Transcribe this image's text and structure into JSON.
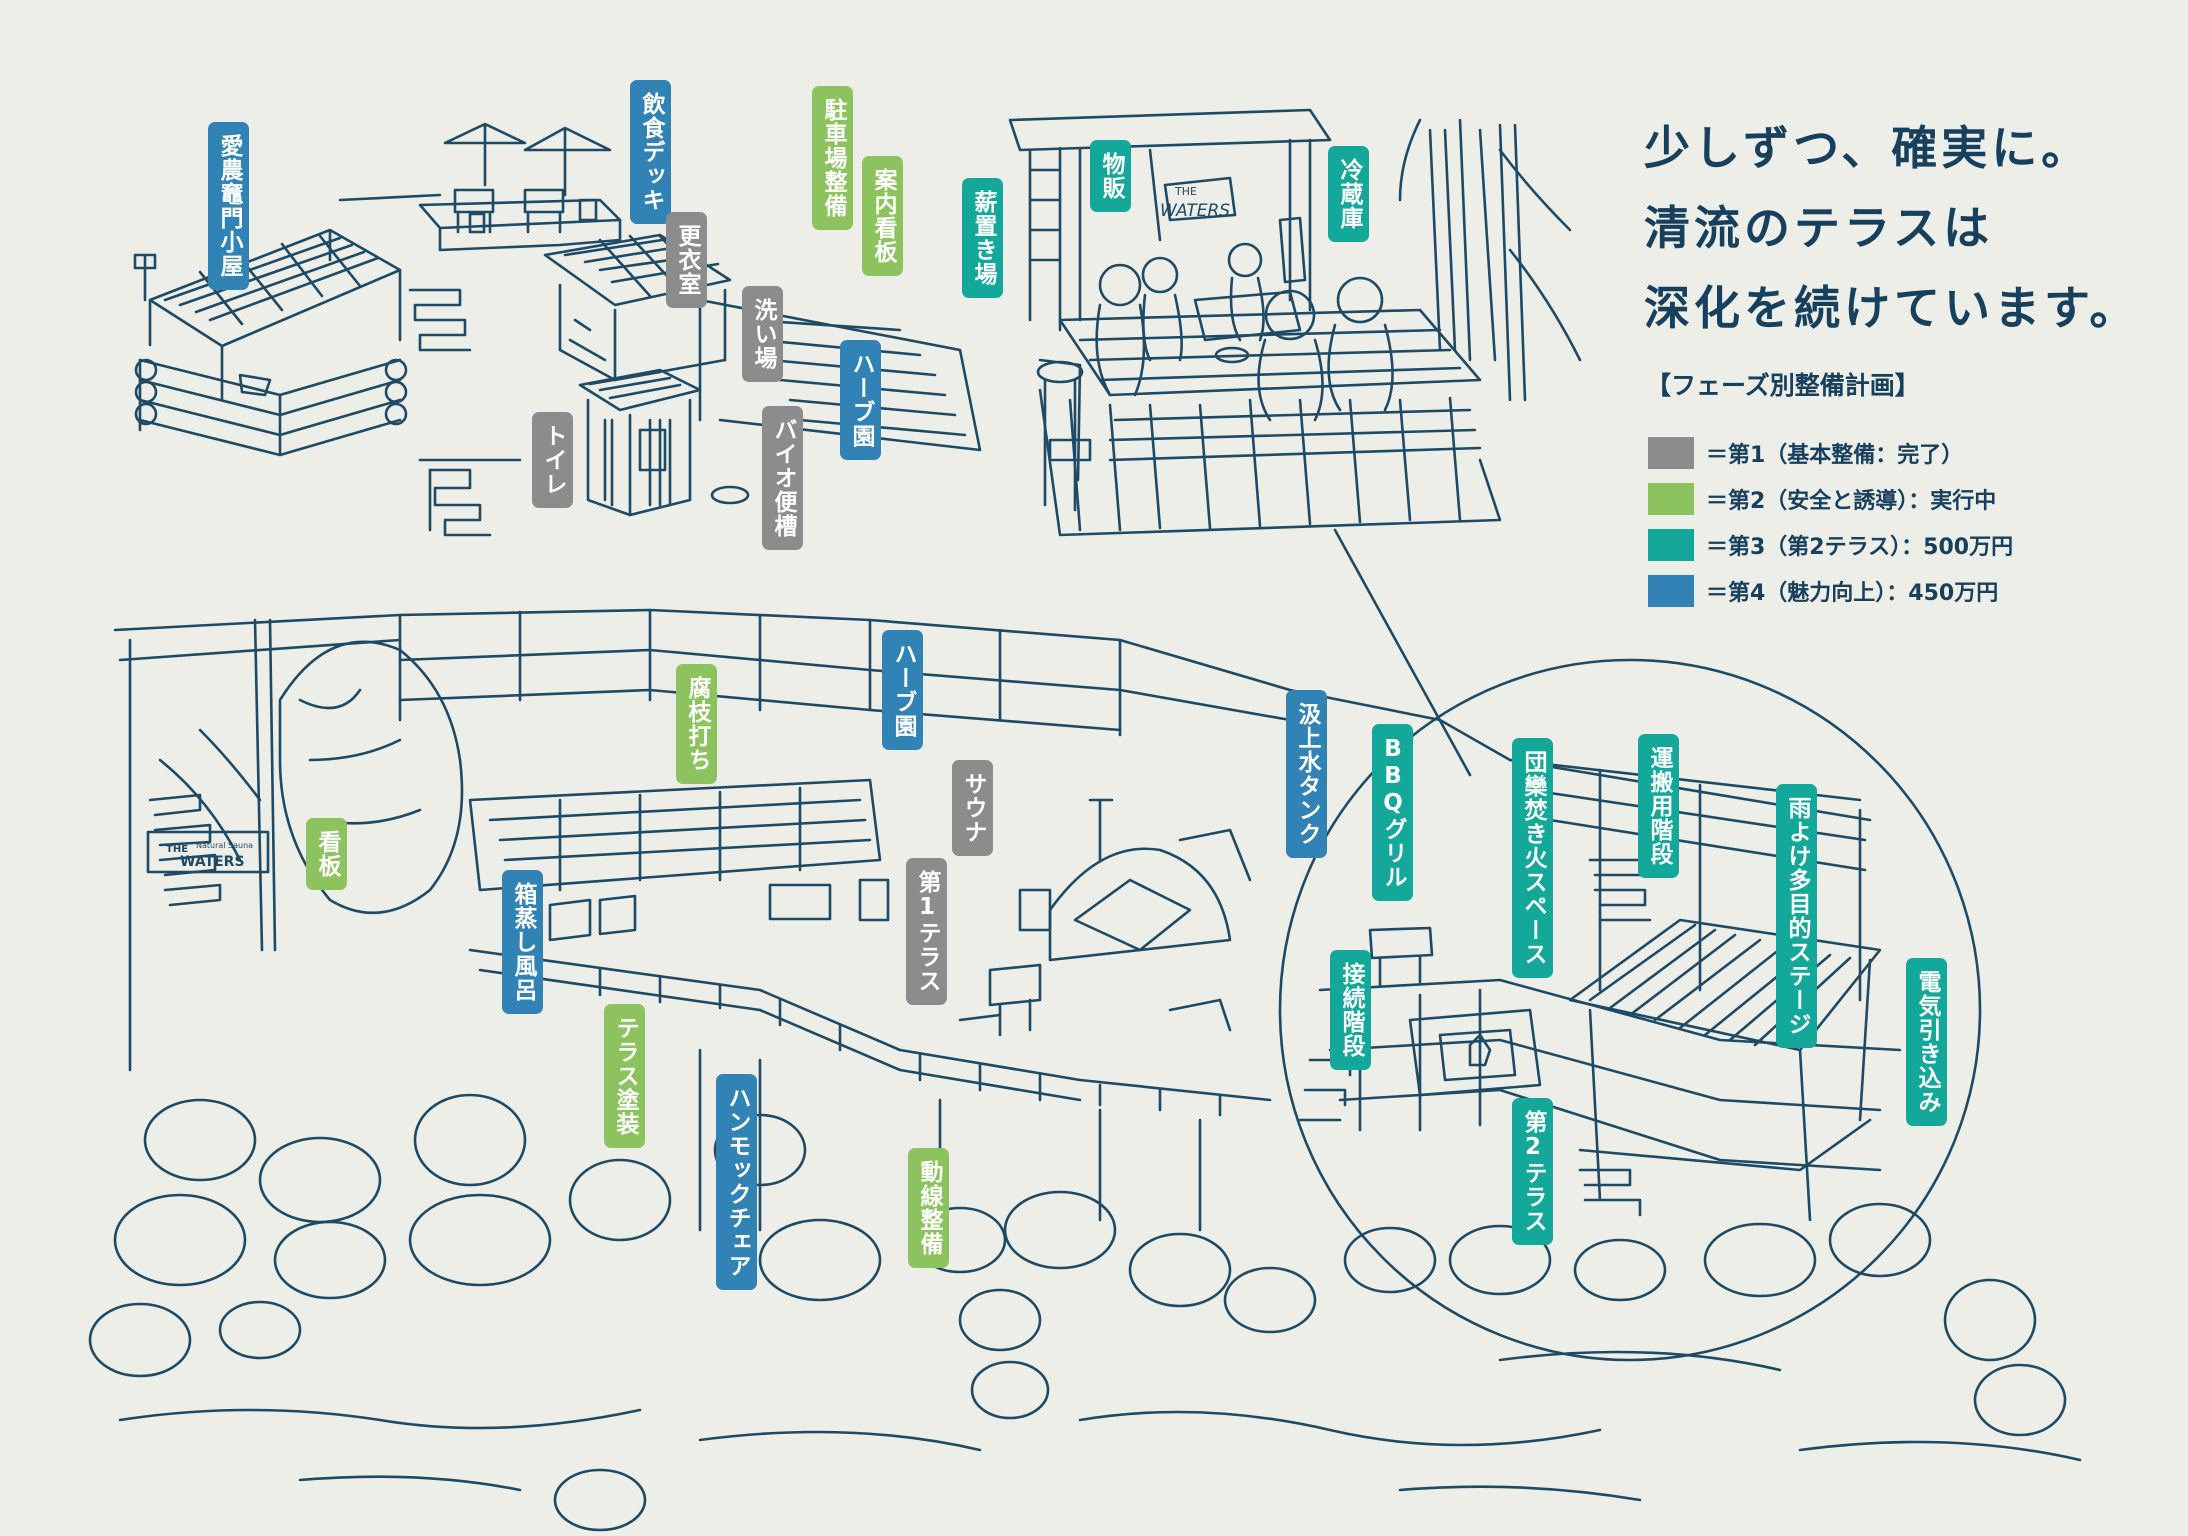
{
  "headline": {
    "line1": "少しずつ、確実に。",
    "line2": "清流のテラスは",
    "line3": "深化を続けています。"
  },
  "legend": {
    "title": "【フェーズ別整備計画】",
    "items": [
      {
        "label": "＝第1（基本整備：完了）",
        "color": "#8c8c8c"
      },
      {
        "label": "＝第2（安全と誘導）：実行中",
        "color": "#8cc35f"
      },
      {
        "label": "＝第3（第2テラス）：500万円",
        "color": "#13a89a"
      },
      {
        "label": "＝第4（魅力向上）：450万円",
        "color": "#3283b5"
      }
    ]
  },
  "colors": {
    "line_art": "#1f4a66",
    "background": "#eceee7",
    "phase1": "#8c8c8c",
    "phase2": "#8cc35f",
    "phase3": "#13a89a",
    "phase4": "#3283b5"
  },
  "illustration": {
    "sign_the": "THE",
    "sign_waters": "WATERS",
    "sign_natural": "Natural Sauna"
  },
  "labels": {
    "ainou_kamado_koya": "愛農竈門小屋",
    "inshoku_deck": "飲食デッキ",
    "kouishitsu": "更衣室",
    "chushajo_seibi": "駐車場整備",
    "annai_kanban_top": "案内看板",
    "maki_okiba": "薪置き場",
    "arai_ba": "洗い場",
    "herb_en_top": "ハーブ園",
    "bio_benjo": "バイオ便槽",
    "toilet": "トイレ",
    "buppan": "物販",
    "reizouko": "冷蔵庫",
    "fushi_uchi": "腐枝打ち",
    "herb_en_bottom": "ハーブ園",
    "sauna": "サウナ",
    "dai1_terrace": "第1テラス",
    "kanban": "看板",
    "hako_mushiburo": "箱蒸し風呂",
    "terrace_tosou": "テラス塗装",
    "hammock_chair": "ハンモックチェア",
    "dousen_seibi": "動線整備",
    "kumiage_tank": "汲上水タンク",
    "bbq_grill": "BBQグリル",
    "danran_takibi": "団欒焚き火スペース",
    "unpan_kaidan": "運搬用階段",
    "amayoke_stage": "雨よけ多目的ステージ",
    "denki_hikikomi": "電気引き込み",
    "setsuzoku_kaidan": "接続階段",
    "dai2_terrace": "第2テラス"
  }
}
